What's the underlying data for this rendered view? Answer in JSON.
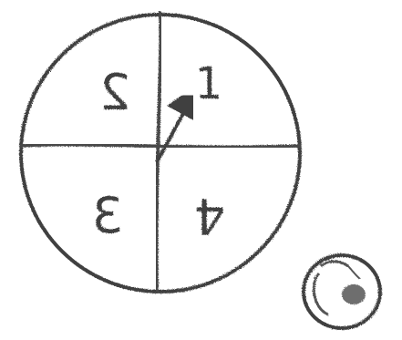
{
  "drawing": {
    "quadrants": [
      {
        "id": "top-right",
        "label": "1"
      },
      {
        "id": "top-left",
        "label": "2"
      },
      {
        "id": "bottom-left",
        "label": "3"
      },
      {
        "id": "bottom-right",
        "label": "4"
      }
    ],
    "colors": {
      "ink": "#3f3f3f",
      "paper": "#ffffff"
    }
  }
}
